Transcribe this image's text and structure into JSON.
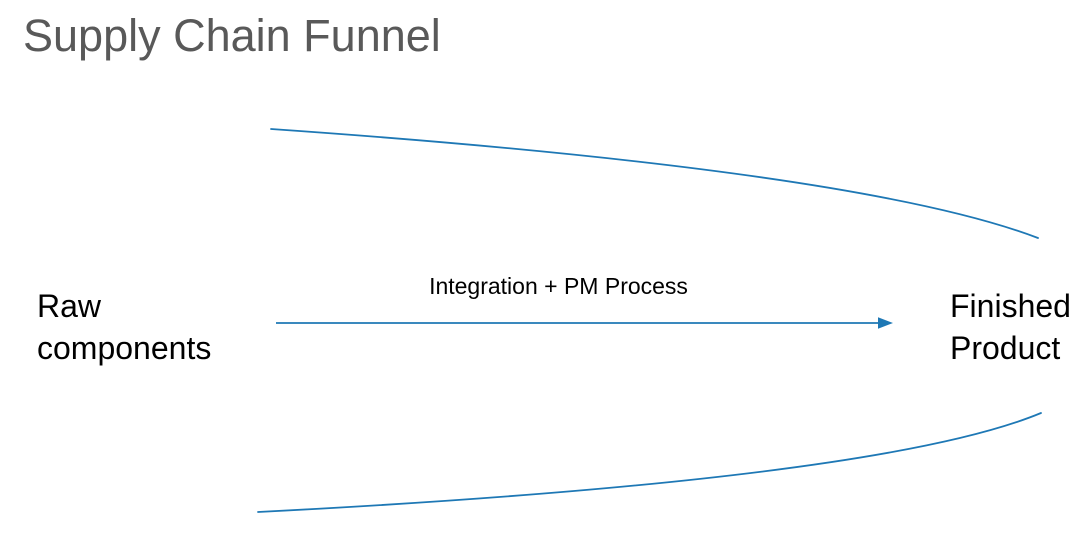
{
  "title": "Supply Chain Funnel",
  "diagram": {
    "left_label": "Raw components",
    "right_label": "Finished Product",
    "arrow_label": "Integration + PM Process"
  },
  "colors": {
    "line": "#1e78b5",
    "title_text": "#595959",
    "body_text": "#000000",
    "background": "#ffffff"
  }
}
